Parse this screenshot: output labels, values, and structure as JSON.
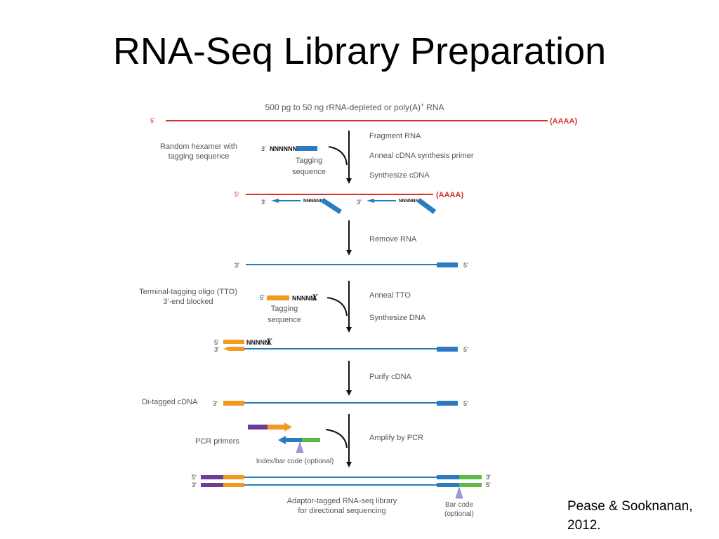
{
  "slide": {
    "title": "RNA-Seq Library Preparation",
    "citation_line1": "Pease & Sooknanan,",
    "citation_line2": "2012."
  },
  "diagram": {
    "top_label": "500 pg to 50 ng rRNA-depleted or poly(A)",
    "top_label_sup": "+",
    "top_label_end": " RNA",
    "polyA": "(AAAA)",
    "five_prime": "5'",
    "three_prime": "3'",
    "nnnnnn": "NNNNNN",
    "nnnnn": "NNNNN",
    "x_block": "X",
    "steps": {
      "fragment": "Fragment RNA",
      "anneal_primer": "Anneal cDNA synthesis primer",
      "synthesize_cdna": "Synthesize cDNA",
      "remove_rna": "Remove RNA",
      "anneal_tto": "Anneal TTO",
      "synthesize_dna": "Synthesize DNA",
      "purify": "Purify cDNA",
      "amplify": "Amplify by PCR"
    },
    "labels": {
      "random_hexamer_1": "Random hexamer with",
      "random_hexamer_2": "tagging sequence",
      "tagging_1": "Tagging",
      "tagging_2": "sequence",
      "tto_1": "Terminal-tagging oligo (TTO)",
      "tto_2": "3'-end blocked",
      "di_tagged": "Di-tagged cDNA",
      "pcr_primers": "PCR primers",
      "index_barcode": "Index/bar code (optional)",
      "library_1": "Adaptor-tagged RNA-seq library",
      "library_2": "for directional sequencing",
      "barcode_1": "Bar code",
      "barcode_2": "(optional)"
    },
    "colors": {
      "rna": "#d9302c",
      "cdna": "#2a7bc0",
      "tag": "#f39a1e",
      "purple": "#6a3d96",
      "green": "#5fb946",
      "barcode": "#9a9ad8",
      "arrow": "#111111"
    }
  }
}
